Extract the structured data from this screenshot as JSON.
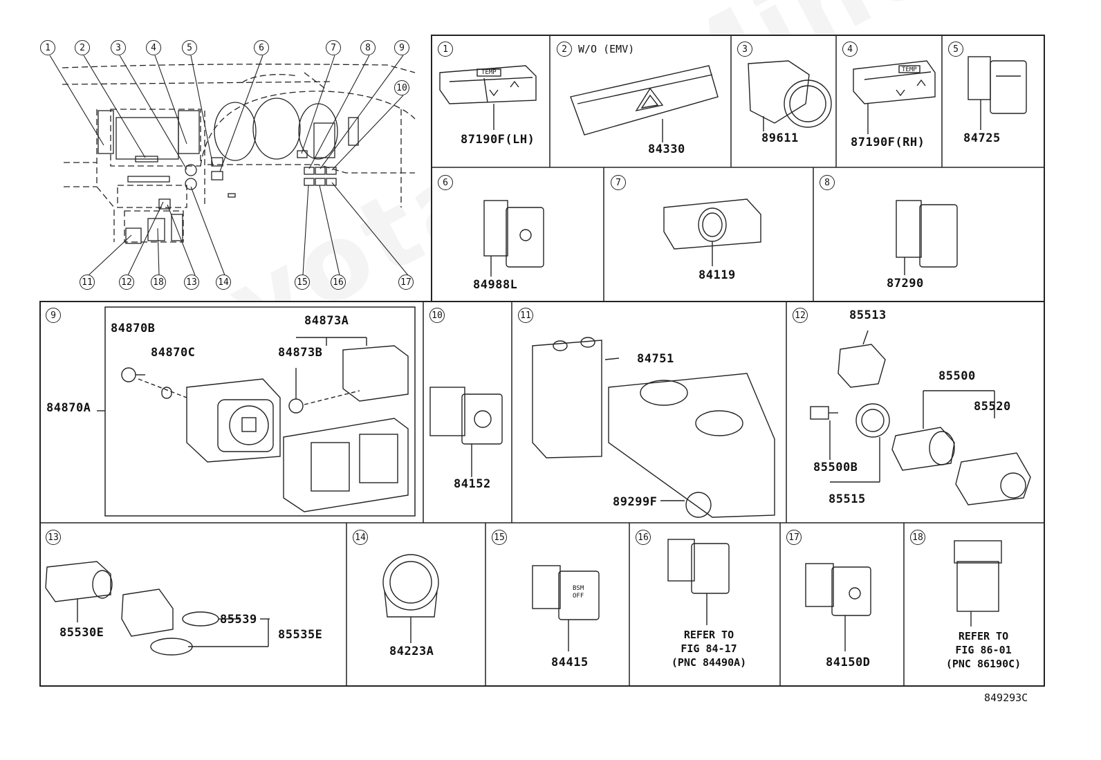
{
  "overview": {
    "callouts_top": [
      "1",
      "2",
      "3",
      "4",
      "5",
      "6",
      "7",
      "8",
      "9",
      "10"
    ],
    "callouts_bottom": [
      "11",
      "12",
      "18",
      "13",
      "14",
      "15",
      "16",
      "17"
    ]
  },
  "cells": {
    "c1": {
      "num": "1",
      "parts": [
        "87190F(LH)"
      ]
    },
    "c2": {
      "num": "2",
      "note": "W/O (EMV)",
      "parts": [
        "84330"
      ]
    },
    "c3": {
      "num": "3",
      "parts": [
        "89611"
      ]
    },
    "c4": {
      "num": "4",
      "parts": [
        "87190F(RH)"
      ]
    },
    "c5": {
      "num": "5",
      "parts": [
        "84725"
      ]
    },
    "c6": {
      "num": "6",
      "parts": [
        "84988L"
      ]
    },
    "c7": {
      "num": "7",
      "parts": [
        "84119"
      ]
    },
    "c8": {
      "num": "8",
      "parts": [
        "87290"
      ]
    },
    "c9": {
      "num": "9",
      "parts": [
        "84870B",
        "84870C",
        "84873A",
        "84873B",
        "84870A"
      ]
    },
    "c10": {
      "num": "10",
      "parts": [
        "84152"
      ]
    },
    "c11": {
      "num": "11",
      "parts": [
        "84751",
        "89299F"
      ]
    },
    "c12": {
      "num": "12",
      "parts": [
        "85513",
        "85500",
        "85520",
        "85500B",
        "85515"
      ]
    },
    "c13": {
      "num": "13",
      "parts": [
        "85530E",
        "85539",
        "85535E"
      ]
    },
    "c14": {
      "num": "14",
      "parts": [
        "84223A"
      ]
    },
    "c15": {
      "num": "15",
      "parts": [
        "84415"
      ]
    },
    "c16": {
      "num": "16",
      "parts": [],
      "refer": "REFER TO\nFIG 84-17\n(PNC 84490A)"
    },
    "c17": {
      "num": "17",
      "parts": [
        "84150D"
      ]
    },
    "c18": {
      "num": "18",
      "parts": [],
      "refer": "REFER TO\nFIG 86-01\n(PNC 86190C)"
    }
  },
  "drawing_id": "849293C",
  "watermark": "ToyotaCarMine.ru",
  "switch_labels": {
    "temp": "TEMP",
    "bsm": "BSM\nOFF"
  },
  "colors": {
    "line": "#222222",
    "background": "#ffffff"
  }
}
